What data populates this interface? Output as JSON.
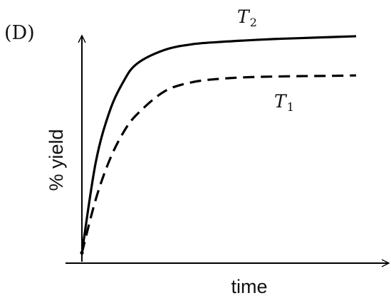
{
  "option_label": "(D)",
  "chart_data": {
    "type": "line",
    "title": "",
    "xlabel": "time",
    "ylabel": "% yield",
    "xlim": [
      0,
      10
    ],
    "ylim": [
      0,
      10
    ],
    "grid": false,
    "legend": "none",
    "series": [
      {
        "name": "T2",
        "name_main": "T",
        "name_sub": "2",
        "style": "solid",
        "color": "#000000",
        "x": [
          0,
          0.5,
          1,
          1.5,
          2,
          3,
          4,
          5,
          6,
          7,
          8,
          9,
          10
        ],
        "y": [
          0.2,
          4.1,
          6.3,
          7.6,
          8.4,
          9.0,
          9.25,
          9.35,
          9.42,
          9.48,
          9.52,
          9.56,
          9.6
        ]
      },
      {
        "name": "T1",
        "name_main": "T",
        "name_sub": "1",
        "style": "dashed",
        "color": "#000000",
        "x": [
          0,
          0.5,
          1,
          1.5,
          2,
          3,
          4,
          5,
          6,
          7,
          8,
          9,
          10
        ],
        "y": [
          0.2,
          2.5,
          4.2,
          5.4,
          6.2,
          7.2,
          7.6,
          7.75,
          7.82,
          7.85,
          7.87,
          7.88,
          7.9
        ]
      }
    ]
  }
}
